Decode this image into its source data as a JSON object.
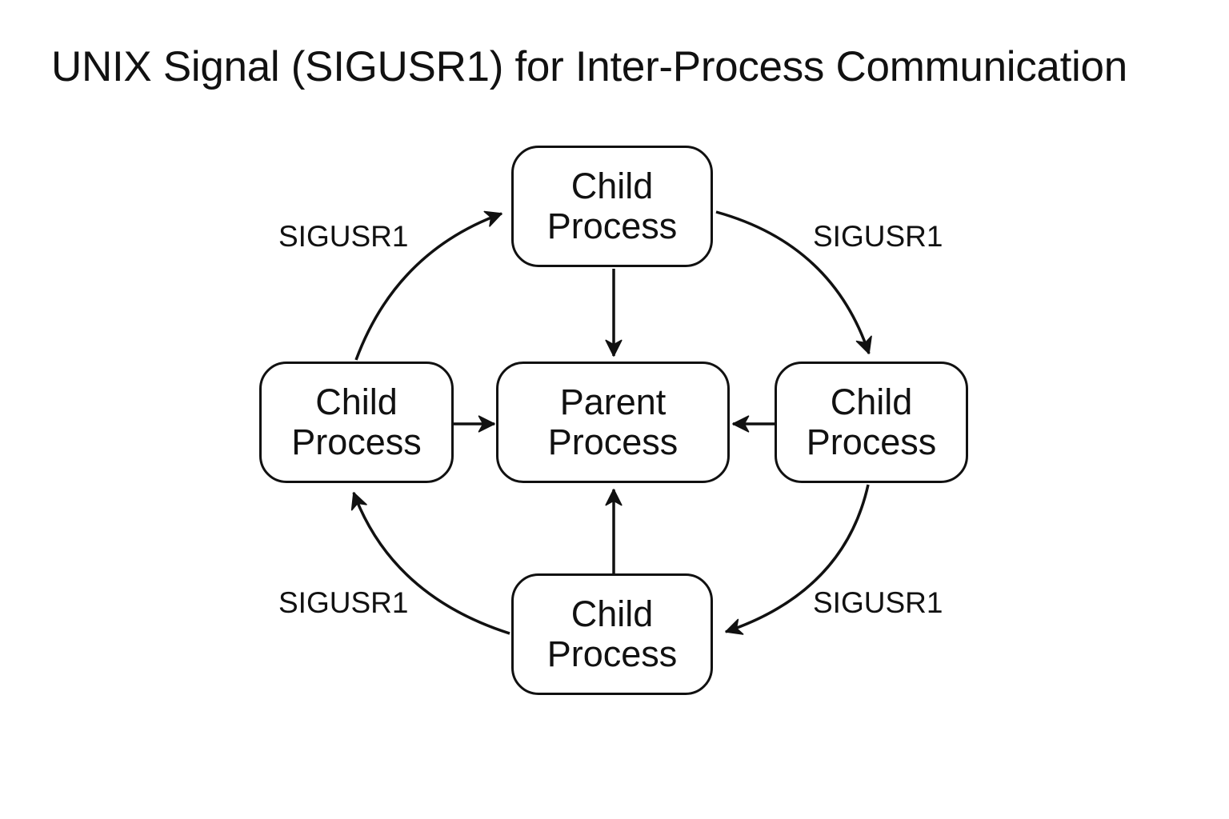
{
  "title": "UNIX Signal (SIGUSR1) for Inter-Process Communication",
  "nodes": {
    "parent": {
      "line1": "Parent",
      "line2": "Process"
    },
    "child_top": {
      "line1": "Child",
      "line2": "Process"
    },
    "child_left": {
      "line1": "Child",
      "line2": "Process"
    },
    "child_right": {
      "line1": "Child",
      "line2": "Process"
    },
    "child_bottom": {
      "line1": "Child",
      "line2": "Process"
    }
  },
  "signal_labels": {
    "top_left": "SIGUSR1",
    "top_right": "SIGUSR1",
    "bottom_left": "SIGUSR1",
    "bottom_right": "SIGUSR1"
  },
  "colors": {
    "stroke": "#111111",
    "background": "#ffffff"
  }
}
